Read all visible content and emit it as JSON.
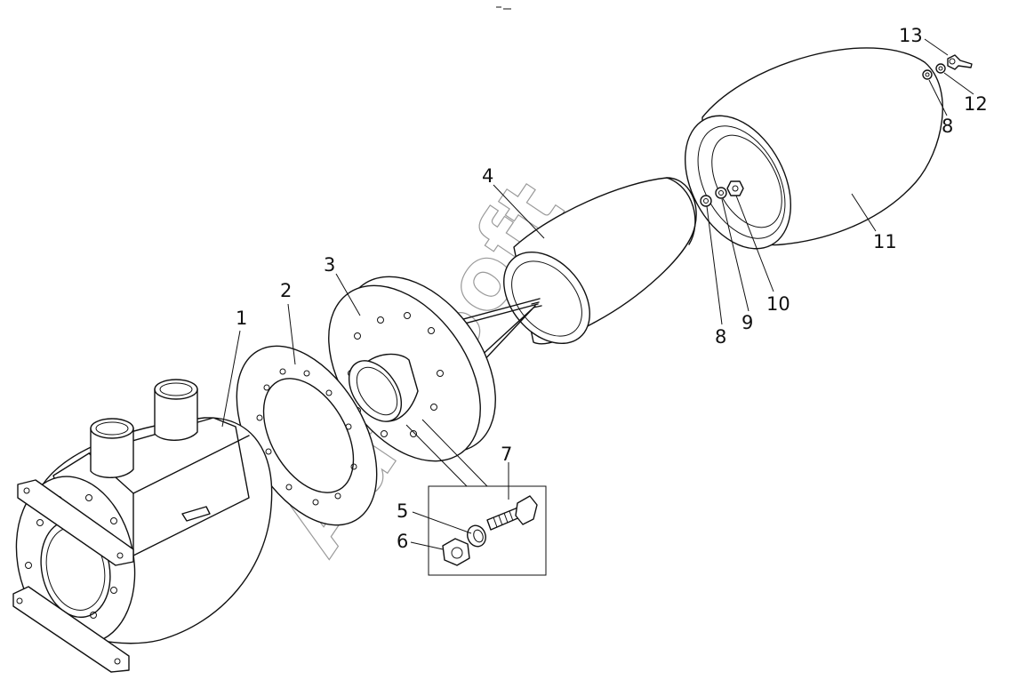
{
  "watermark": "AutoSoft",
  "callouts": [
    {
      "id": "c1",
      "label": "1"
    },
    {
      "id": "c2",
      "label": "2"
    },
    {
      "id": "c3",
      "label": "3"
    },
    {
      "id": "c4",
      "label": "4"
    },
    {
      "id": "c5",
      "label": "5"
    },
    {
      "id": "c6",
      "label": "6"
    },
    {
      "id": "c7",
      "label": "7"
    },
    {
      "id": "c8a",
      "label": "8"
    },
    {
      "id": "c9",
      "label": "9"
    },
    {
      "id": "c10",
      "label": "10"
    },
    {
      "id": "c11",
      "label": "11"
    },
    {
      "id": "c8b",
      "label": "8"
    },
    {
      "id": "c12",
      "label": "12"
    },
    {
      "id": "c13",
      "label": "13"
    }
  ]
}
